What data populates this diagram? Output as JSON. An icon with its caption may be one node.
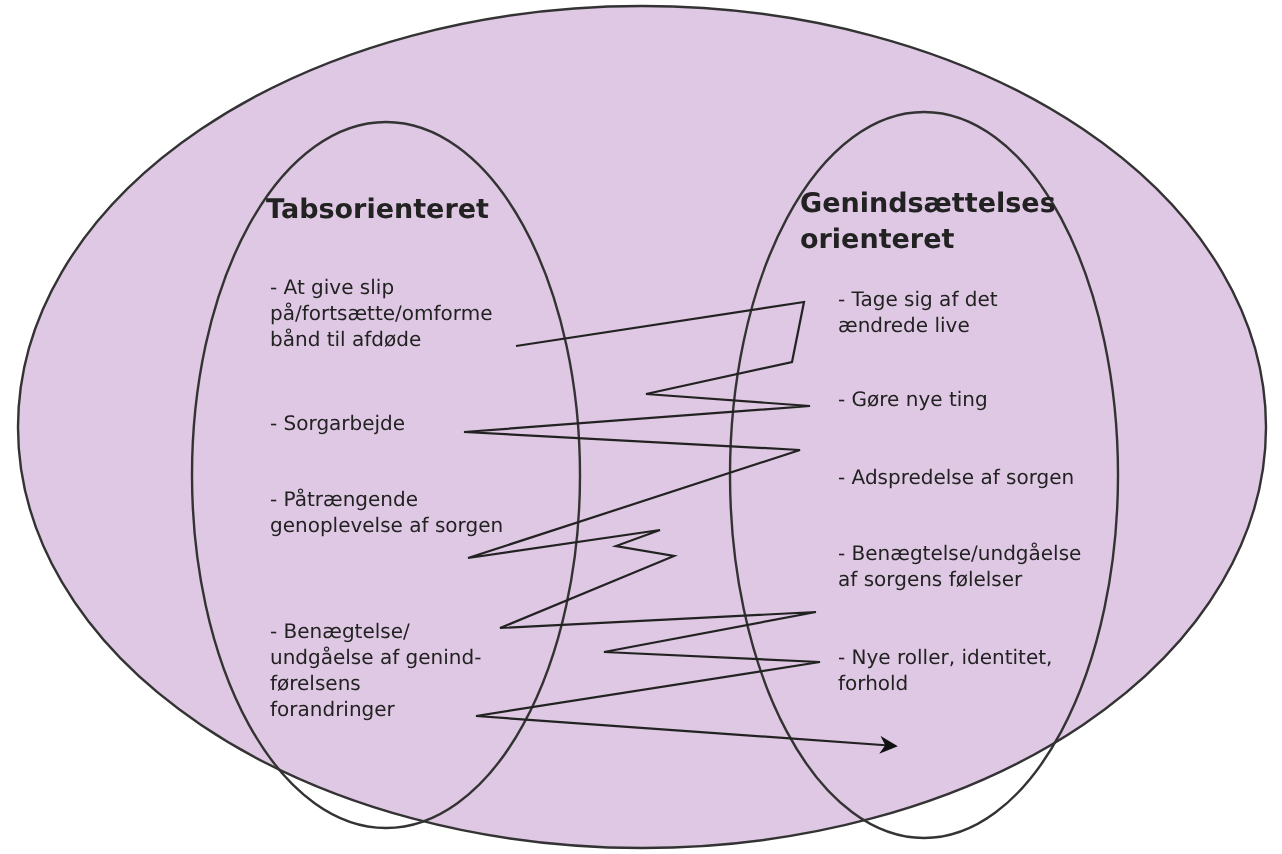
{
  "diagram": {
    "nodes": [
      {
        "text": [],
        "shape": "ellipse"
      },
      {
        "text": [
          "Tabsorienteret",
          "- At give slip på/fortsætte/omforme bånd til afdøde",
          "- Sorgarbejde",
          "- Påtrængende genoplevelse af sorgen",
          "- Benægtelse/ undgåelse af genind- førelsens forandringer"
        ],
        "in": 0
      },
      {
        "text": [
          "Genindsættelses orienteret",
          "- Tage sig af det ændrede live",
          "- Gøre nye ting",
          "- Adspredelse af sorgen",
          "- Benægtelse/undgåelse af sorgens følelser",
          "- Nye roller, identitet, forhold"
        ],
        "in": 0
      }
    ],
    "edges": [
      {
        "from": 1,
        "to": 2,
        "arrow": "to"
      }
    ]
  }
}
